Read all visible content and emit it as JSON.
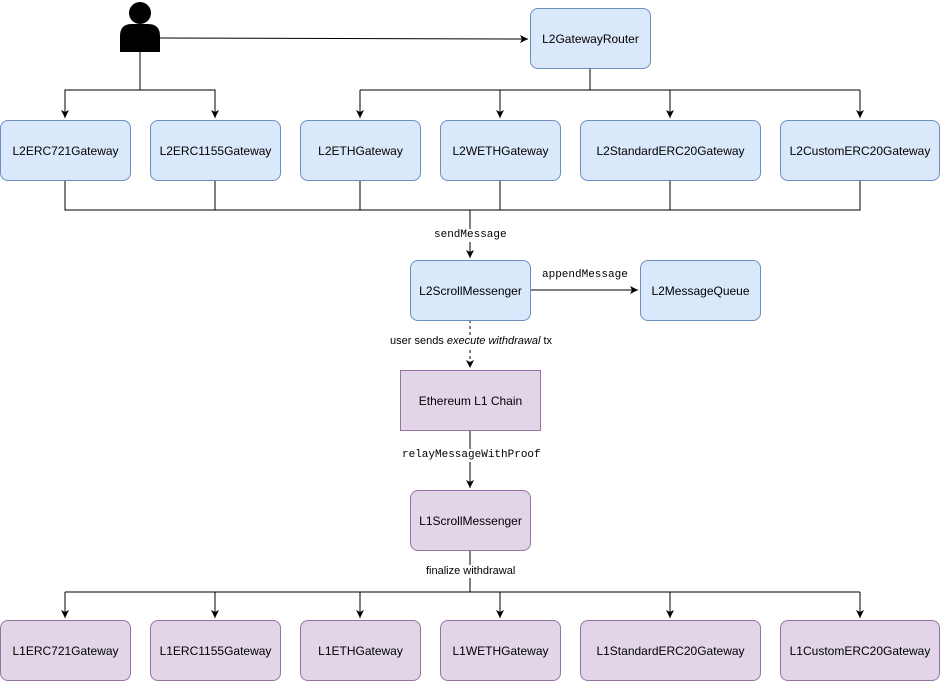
{
  "user_icon": "user-icon",
  "colors": {
    "l2_fill": "#dae8fc",
    "l2_stroke": "#6c8ebf",
    "l1_fill": "#e1d5e7",
    "l1_stroke": "#9673a6"
  },
  "router": {
    "label": "L2GatewayRouter"
  },
  "l2_gateways": [
    {
      "label": "L2ERC721Gateway"
    },
    {
      "label": "L2ERC1155Gateway"
    },
    {
      "label": "L2ETHGateway"
    },
    {
      "label": "L2WETHGateway"
    },
    {
      "label": "L2StandardERC20Gateway"
    },
    {
      "label": "L2CustomERC20Gateway"
    }
  ],
  "l2_messenger": {
    "label": "L2ScrollMessenger"
  },
  "message_queue": {
    "label": "L2MessageQueue"
  },
  "chain": {
    "label": "Ethereum L1 Chain"
  },
  "l1_messenger": {
    "label": "L1ScrollMessenger"
  },
  "l1_gateways": [
    {
      "label": "L1ERC721Gateway"
    },
    {
      "label": "L1ERC1155Gateway"
    },
    {
      "label": "L1ETHGateway"
    },
    {
      "label": "L1WETHGateway"
    },
    {
      "label": "L1StandardERC20Gateway"
    },
    {
      "label": "L1CustomERC20Gateway"
    }
  ],
  "edges": {
    "send_message": "sendMessage",
    "append_message": "appendMessage",
    "user_sends_prefix": "user sends ",
    "user_sends_italic": "execute withdrawal",
    "user_sends_suffix": " tx",
    "relay": "relayMessageWithProof",
    "finalize": "finalize withdrawal"
  }
}
